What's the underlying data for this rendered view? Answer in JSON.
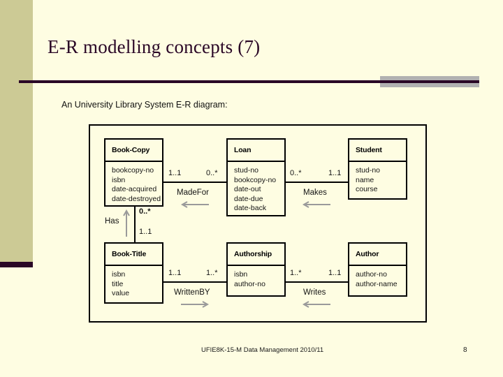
{
  "slide": {
    "title": "E-R modelling concepts (7)",
    "subtitle": "An University Library System E-R diagram:",
    "footer_text": "UFIE8K-15-M Data Management 2010/11",
    "page_number": "8",
    "colors": {
      "background": "#FEFDE2",
      "sidebar": "#CCCA95",
      "accent_dark": "#2A0726",
      "accent_gray": "#B1B1B1",
      "diagram_line": "#000000",
      "arrow_gray": "#9A9A9A"
    }
  },
  "diagram": {
    "type": "er-diagram",
    "entities": [
      {
        "id": "book-copy",
        "name": "Book-Copy",
        "attributes": [
          "bookcopy-no",
          "isbn",
          "date-acquired",
          "date-destroyed"
        ]
      },
      {
        "id": "loan",
        "name": "Loan",
        "attributes": [
          "stud-no",
          "bookcopy-no",
          "date-out",
          "date-due",
          "date-back"
        ]
      },
      {
        "id": "student",
        "name": "Student",
        "attributes": [
          "stud-no",
          "name",
          "course"
        ]
      },
      {
        "id": "book-title",
        "name": "Book-Title",
        "attributes": [
          "isbn",
          "title",
          "value"
        ]
      },
      {
        "id": "authorship",
        "name": "Authorship",
        "attributes": [
          "isbn",
          "author-no"
        ]
      },
      {
        "id": "author",
        "name": "Author",
        "attributes": [
          "author-no",
          "author-name"
        ]
      }
    ],
    "relationships": [
      {
        "id": "madefor",
        "label": "MadeFor",
        "from": "book-copy",
        "to": "loan",
        "from_cardinality": "1..1",
        "to_cardinality": "0..*",
        "direction": "left"
      },
      {
        "id": "makes",
        "label": "Makes",
        "from": "loan",
        "to": "student",
        "from_cardinality": "0..*",
        "to_cardinality": "1..1",
        "direction": "left"
      },
      {
        "id": "has",
        "label": "Has",
        "from": "book-title",
        "to": "book-copy",
        "from_cardinality": "0..*",
        "to_cardinality": "1..1",
        "direction": "up"
      },
      {
        "id": "writtenby",
        "label": "WrittenBY",
        "from": "book-title",
        "to": "authorship",
        "from_cardinality": "1..1",
        "to_cardinality": "1..*",
        "direction": "right"
      },
      {
        "id": "writes",
        "label": "Writes",
        "from": "authorship",
        "to": "author",
        "from_cardinality": "1..*",
        "to_cardinality": "1..1",
        "direction": "left"
      }
    ]
  }
}
